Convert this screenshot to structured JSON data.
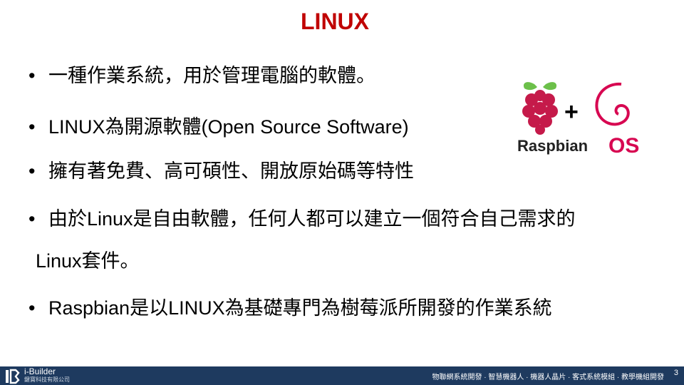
{
  "title": "LINUX",
  "bullets": [
    "一種作業系統，用於管理電腦的軟體。",
    "LINUX為開源軟體(Open Source Software)",
    "擁有著免費、高可碩性、開放原始碼等特性",
    "由於Linux是自由軟體，任何人都可以建立一個符合自己需求的",
    "Raspbian是以LINUX為基礎專門為樹莓派所開發的作業系統"
  ],
  "bullet4_continued": "Linux套件。",
  "bullet_symbol": "•",
  "logo": {
    "plus": "+",
    "raspbian": "Raspbian",
    "os": "OS"
  },
  "footer": {
    "brand_name": "i-Builder",
    "brand_sub": "鍵寶科技有限公司",
    "services": "物聯網系統開發 · 智慧機器人 · 機器人晶片 · 客式系統模組 · 教學機組開發",
    "page_number": "3"
  },
  "colors": {
    "title": "#c00000",
    "footer_bg": "#1e3a5f",
    "raspberry": "#c51a4a",
    "leaf": "#6cc04a",
    "debian": "#d70751"
  }
}
